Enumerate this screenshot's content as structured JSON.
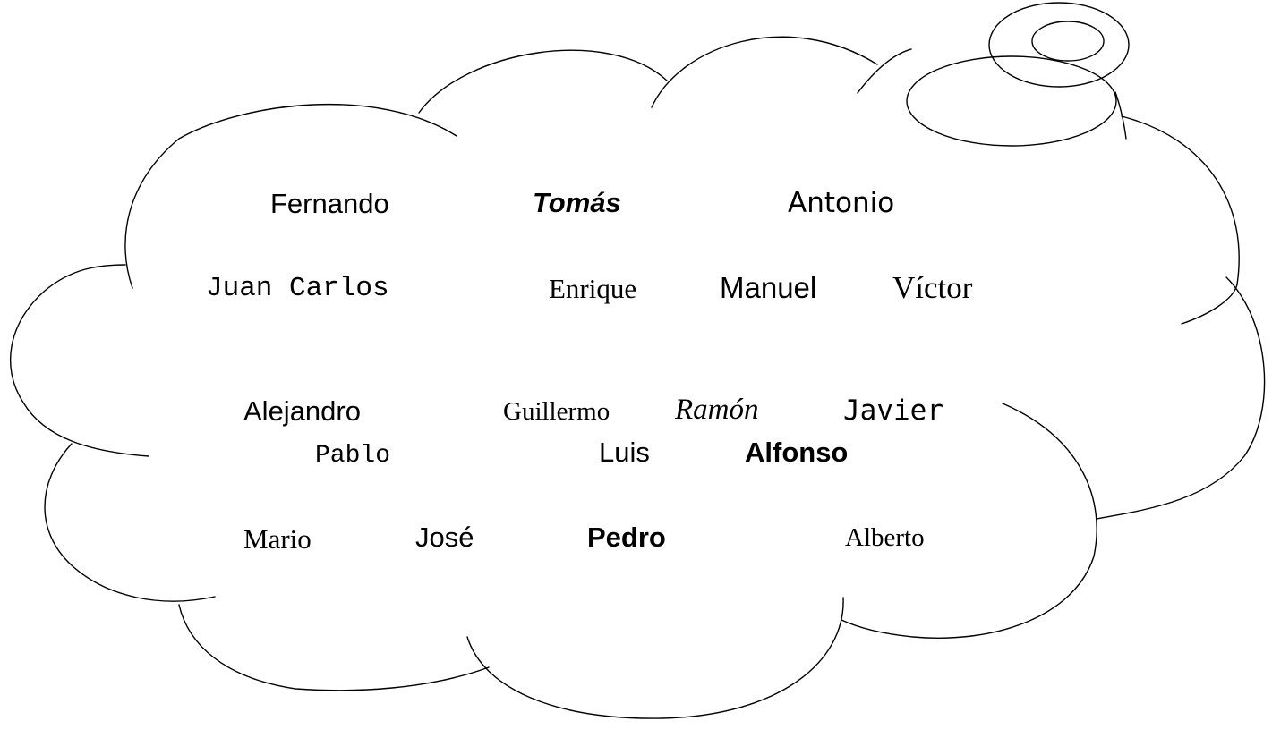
{
  "names": {
    "fernando": "Fernando",
    "tomas": "Tomás",
    "antonio": "Antonio",
    "juan_carlos": "Juan Carlos",
    "enrique": "Enrique",
    "manuel": "Manuel",
    "victor": "Víctor",
    "alejandro": "Alejandro",
    "guillermo": "Guillermo",
    "ramon": "Ramón",
    "javier": "Javier",
    "pablo": "Pablo",
    "luis": "Luis",
    "alfonso": "Alfonso",
    "mario": "Mario",
    "jose": "José",
    "pedro": "Pedro",
    "alberto": "Alberto"
  },
  "colors": {
    "stroke": "#000000",
    "text": "#000000",
    "background": "#ffffff"
  }
}
